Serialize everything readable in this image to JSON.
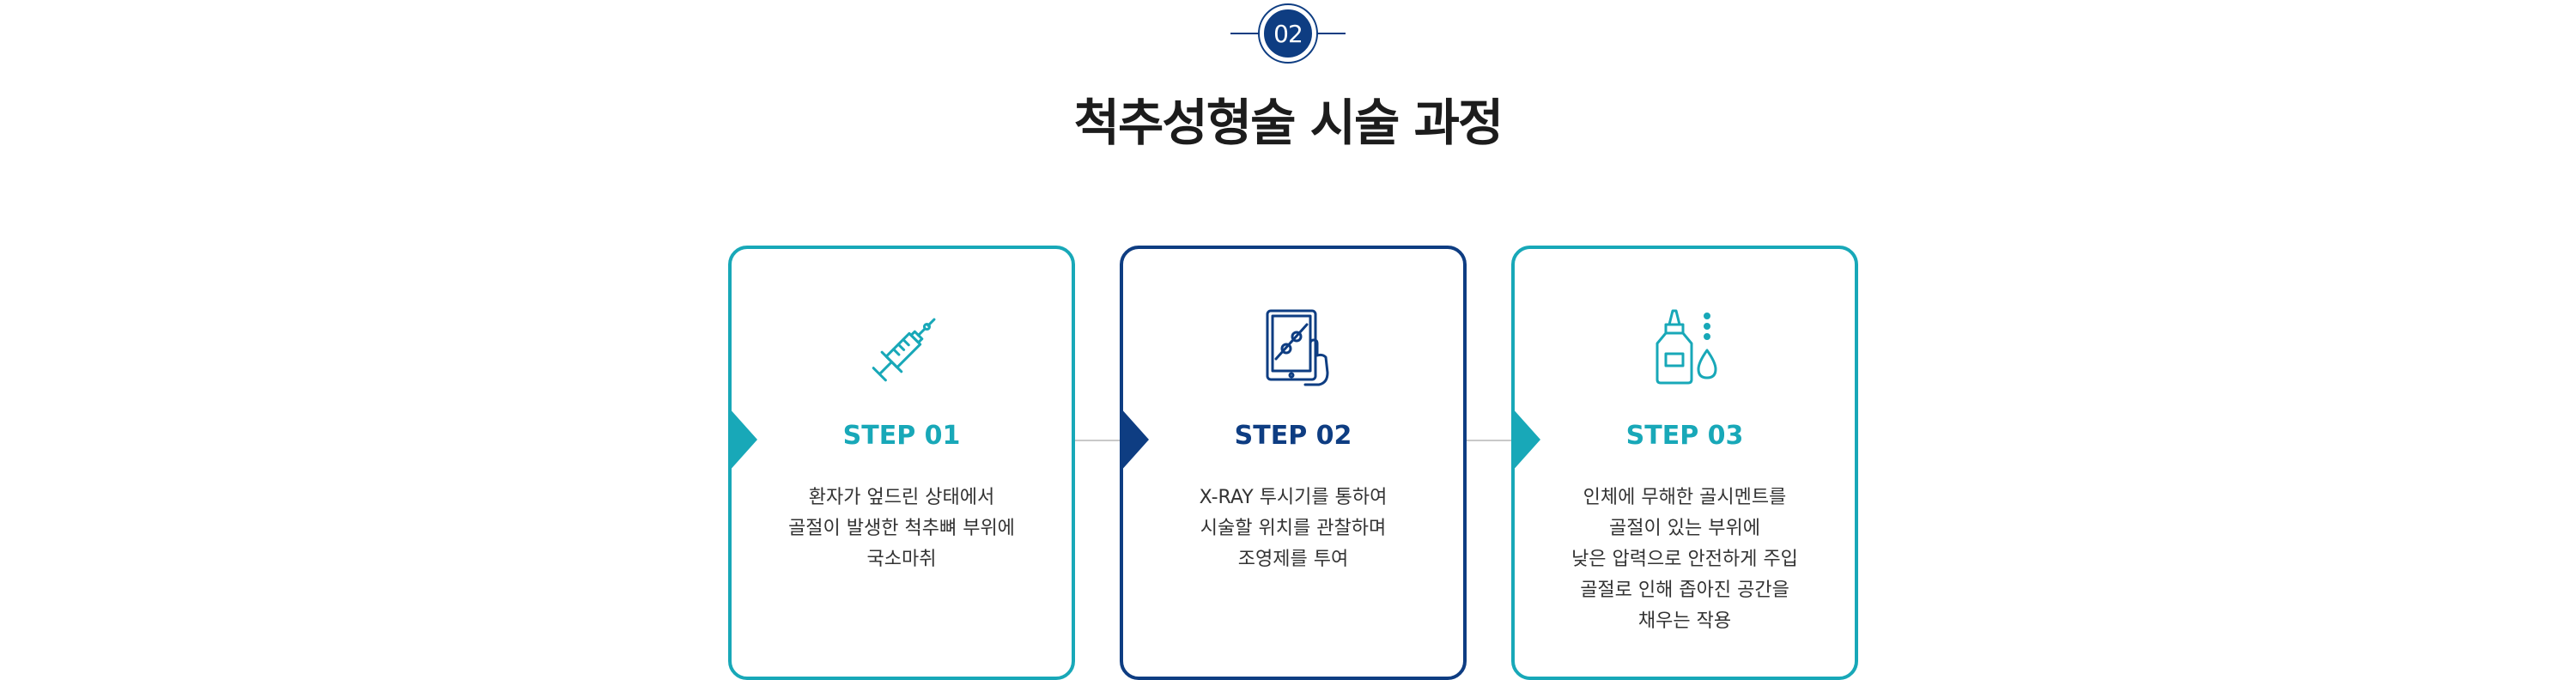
{
  "section": {
    "badge": "02",
    "title": "척추성형술 시술 과정"
  },
  "colors": {
    "teal": "#18a8b8",
    "navy": "#0e3d82",
    "connector": "#c9c9c9"
  },
  "steps": [
    {
      "label": "STEP 01",
      "icon": "syringe-icon",
      "description": "환자가 엎드린 상태에서\n골절이 발생한 척추뼈 부위에\n국소마취"
    },
    {
      "label": "STEP 02",
      "icon": "xray-tablet-icon",
      "description": "X-RAY 투시기를 통하여\n시술할 위치를 관찰하며\n조영제를 투여"
    },
    {
      "label": "STEP 03",
      "icon": "cement-bottle-icon",
      "description": "인체에 무해한 골시멘트를\n골절이 있는 부위에\n낮은 압력으로 안전하게 주입\n골절로 인해 좁아진 공간을\n채우는 작용"
    }
  ]
}
